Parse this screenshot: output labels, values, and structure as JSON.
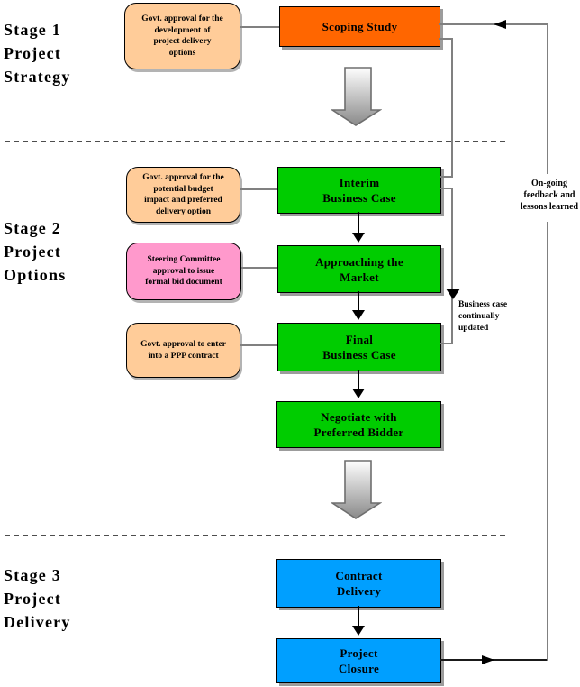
{
  "diagram": {
    "stage_labels": [
      {
        "text": "Stage 1\nProject\nStrategy"
      },
      {
        "text": "Stage 2\nProject\nOptions"
      },
      {
        "text": "Stage 3\nProject\nDelivery"
      }
    ],
    "callouts": [
      {
        "text": "Govt. approval for the\ndevelopment of\nproject delivery\noptions",
        "color": "#FFCC99"
      },
      {
        "text": "Govt. approval for the\npotential budget\nimpact and preferred\ndelivery option",
        "color": "#FFCC99"
      },
      {
        "text": "Steering Committee\napproval to issue\nformal bid document",
        "color": "#FF99CC"
      },
      {
        "text": "Govt. approval to enter\ninto a PPP contract",
        "color": "#FFCC99"
      }
    ],
    "process_boxes": [
      {
        "text": "Scoping Study",
        "color": "#FF6600"
      },
      {
        "text": "Interim\nBusiness Case",
        "color": "#00CC00"
      },
      {
        "text": "Approaching the\nMarket",
        "color": "#00CC00"
      },
      {
        "text": "Final\nBusiness Case",
        "color": "#00CC00"
      },
      {
        "text": "Negotiate with\nPreferred Bidder",
        "color": "#00CC00"
      },
      {
        "text": "Contract\nDelivery",
        "color": "#009FFF"
      },
      {
        "text": "Project\nClosure",
        "color": "#009FFF"
      }
    ],
    "annotations": {
      "feedback_loop": "On-going\nfeedback and\nlessons learned",
      "business_case": "Business case\ncontinually\nupdated"
    },
    "colors": {
      "orange": "#FF6600",
      "green": "#00CC00",
      "blue": "#009FFF",
      "peach": "#FFCC99",
      "pink": "#FF99CC",
      "line_gray": "#808080",
      "arrow_black": "#000000"
    }
  }
}
